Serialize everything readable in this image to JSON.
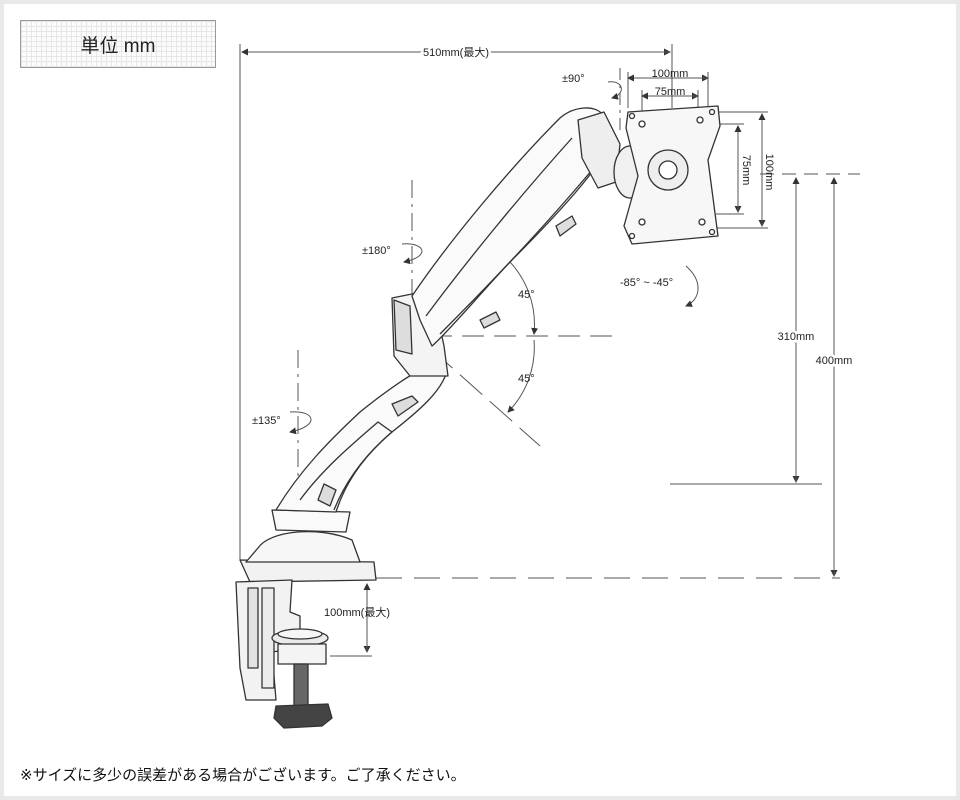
{
  "unit_label": "単位 mm",
  "dimensions": {
    "total_reach": "510mm(最大)",
    "vesa_outer_width": "100mm",
    "vesa_inner_width": "75mm",
    "vesa_inner_height": "75mm",
    "vesa_outer_height": "100mm",
    "height_lower": "310mm",
    "height_upper": "400mm",
    "clamp_thickness": "100mm(最大)"
  },
  "angles": {
    "head_swivel": "±90°",
    "tilt": "-85° ~ -45°",
    "upper_arm_rotation": "±180°",
    "lower_arm_rotation": "±135°",
    "arm_angle_up": "45°",
    "arm_angle_down": "45°"
  },
  "footnote": "※サイズに多少の誤差がある場合がございます。ご了承ください。"
}
